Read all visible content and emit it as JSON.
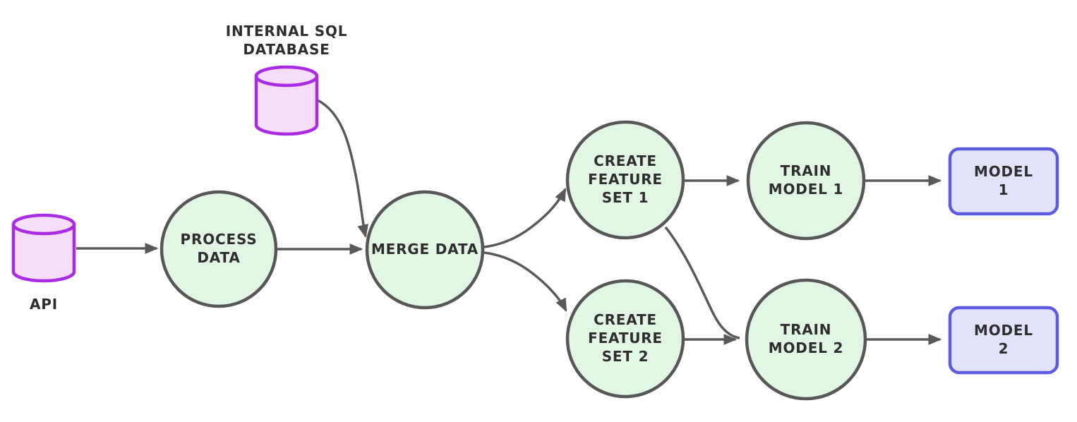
{
  "diagram": {
    "type": "flowchart",
    "background": "#ffffff",
    "nodes": {
      "api": {
        "label": "API",
        "shape": "database-cylinder",
        "fill": "#f6defb",
        "stroke": "#a92ce3"
      },
      "internal_sql_database": {
        "label": "INTERNAL SQL\nDATABASE",
        "shape": "database-cylinder",
        "fill": "#f6defb",
        "stroke": "#a92ce3"
      },
      "process_data": {
        "label": "PROCESS\nDATA",
        "shape": "circle",
        "fill": "#e1f7e3",
        "stroke": "#575757"
      },
      "merge_data": {
        "label": "MERGE DATA",
        "shape": "circle",
        "fill": "#e1f7e3",
        "stroke": "#575757"
      },
      "create_feature_set_1": {
        "label": "CREATE\nFEATURE\nSET 1",
        "shape": "circle",
        "fill": "#e1f7e3",
        "stroke": "#575757"
      },
      "create_feature_set_2": {
        "label": "CREATE\nFEATURE\nSET 2",
        "shape": "circle",
        "fill": "#e1f7e3",
        "stroke": "#575757"
      },
      "train_model_1": {
        "label": "TRAIN\nMODEL 1",
        "shape": "circle",
        "fill": "#e1f7e3",
        "stroke": "#575757"
      },
      "train_model_2": {
        "label": "TRAIN\nMODEL 2",
        "shape": "circle",
        "fill": "#e1f7e3",
        "stroke": "#575757"
      },
      "model_1": {
        "label": "MODEL 1",
        "shape": "rounded-rectangle",
        "fill": "#e2e3fb",
        "stroke": "#5c5ce0"
      },
      "model_2": {
        "label": "MODEL 2",
        "shape": "rounded-rectangle",
        "fill": "#e2e3fb",
        "stroke": "#5c5ce0"
      }
    },
    "edges": [
      {
        "from": "api",
        "to": "process_data"
      },
      {
        "from": "process_data",
        "to": "merge_data"
      },
      {
        "from": "internal_sql_database",
        "to": "merge_data"
      },
      {
        "from": "merge_data",
        "to": "create_feature_set_1"
      },
      {
        "from": "merge_data",
        "to": "create_feature_set_2"
      },
      {
        "from": "create_feature_set_1",
        "to": "train_model_1"
      },
      {
        "from": "create_feature_set_1",
        "to": "train_model_2"
      },
      {
        "from": "create_feature_set_2",
        "to": "train_model_2"
      },
      {
        "from": "train_model_1",
        "to": "model_1"
      },
      {
        "from": "train_model_2",
        "to": "model_2"
      }
    ],
    "colors": {
      "arrow": "#595959",
      "text": "#2e2e2e",
      "circle_fill": "#e1f7e3",
      "circle_stroke": "#575757",
      "cylinder_fill": "#f6defb",
      "cylinder_stroke": "#a92ce3",
      "rect_fill": "#e2e3fb",
      "rect_stroke": "#5c5ce0"
    }
  }
}
